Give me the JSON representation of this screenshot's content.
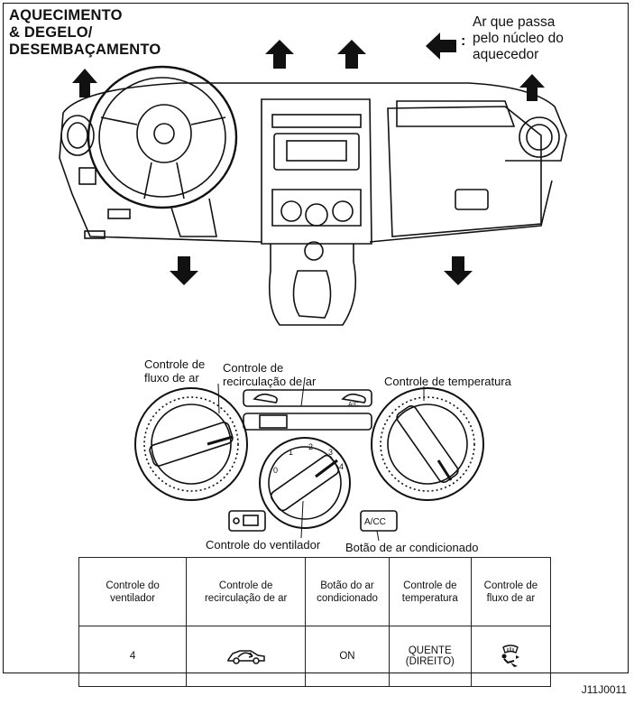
{
  "title": "AQUECIMENTO\n& DEGELO/\nDESEMBAÇAMENTO",
  "legend": {
    "text": "Ar que passa\npelo núcleo do\naquecedor",
    "colon": ":",
    "arrow_icon": "black-left-arrow"
  },
  "panel_labels": {
    "airflow": "Controle de\nfluxo de ar",
    "recirculation": "Controle de\nrecirculação de ar",
    "temperature": "Controle de temperatura",
    "fan": "Controle do ventilador",
    "ac_button": "Botão de ar condicionado"
  },
  "panel_text": {
    "ac_button_face": "A/CC",
    "fan_numbers": [
      "0",
      "1",
      "2",
      "3",
      "4"
    ],
    "mini_ac": "A/C"
  },
  "table": {
    "headers": [
      "Controle do\nventilador",
      "Controle de\nrecirculação de ar",
      "Botão do ar\ncondicionado",
      "Controle de\ntemperatura",
      "Controle de\nfluxo de ar"
    ],
    "values": [
      "4",
      "",
      "ON",
      "QUENTE\n(DIREITO)",
      ""
    ],
    "value_icons": [
      "",
      "recirculation-car-icon",
      "",
      "",
      "defrost-floor-airflow-icon"
    ]
  },
  "figure_code": "J11J0011",
  "colors": {
    "ink": "#111111",
    "paper": "#ffffff"
  }
}
